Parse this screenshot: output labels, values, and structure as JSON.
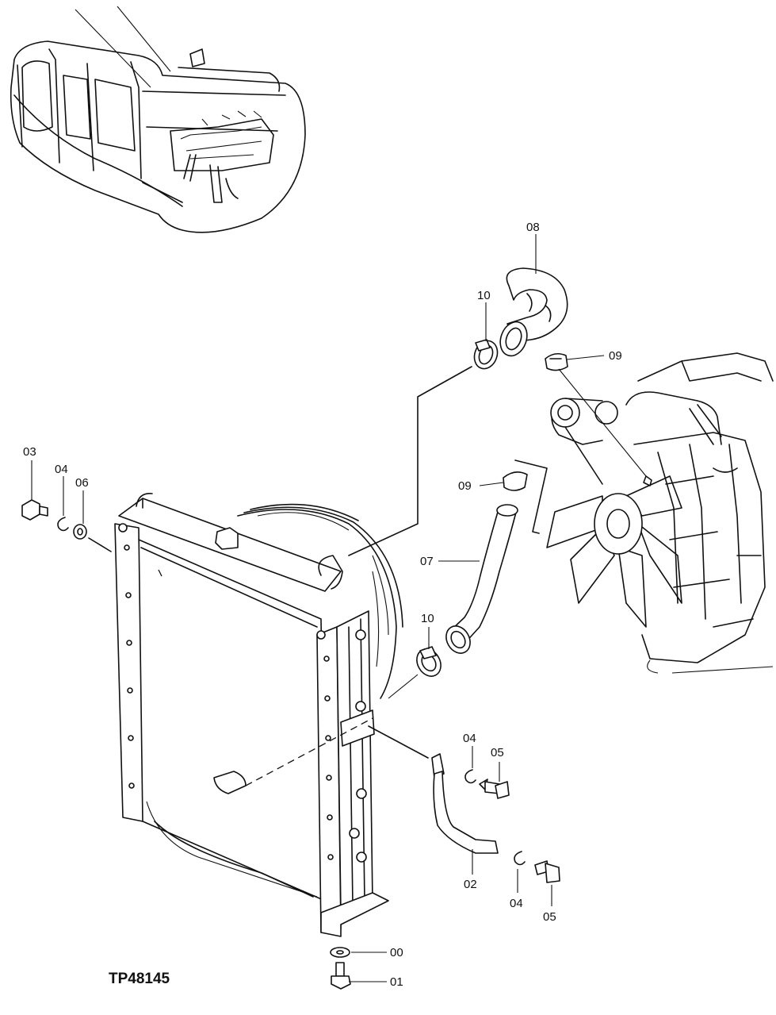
{
  "drawing_ref": "TP48145",
  "callouts": {
    "c00": "00",
    "c01": "01",
    "c02": "02",
    "c03": "03",
    "c04a": "04",
    "c04b": "04",
    "c04c": "04",
    "c05a": "05",
    "c05b": "05",
    "c06": "06",
    "c07": "07",
    "c08": "08",
    "c09a": "09",
    "c09b": "09",
    "c10a": "10",
    "c10b": "10"
  }
}
